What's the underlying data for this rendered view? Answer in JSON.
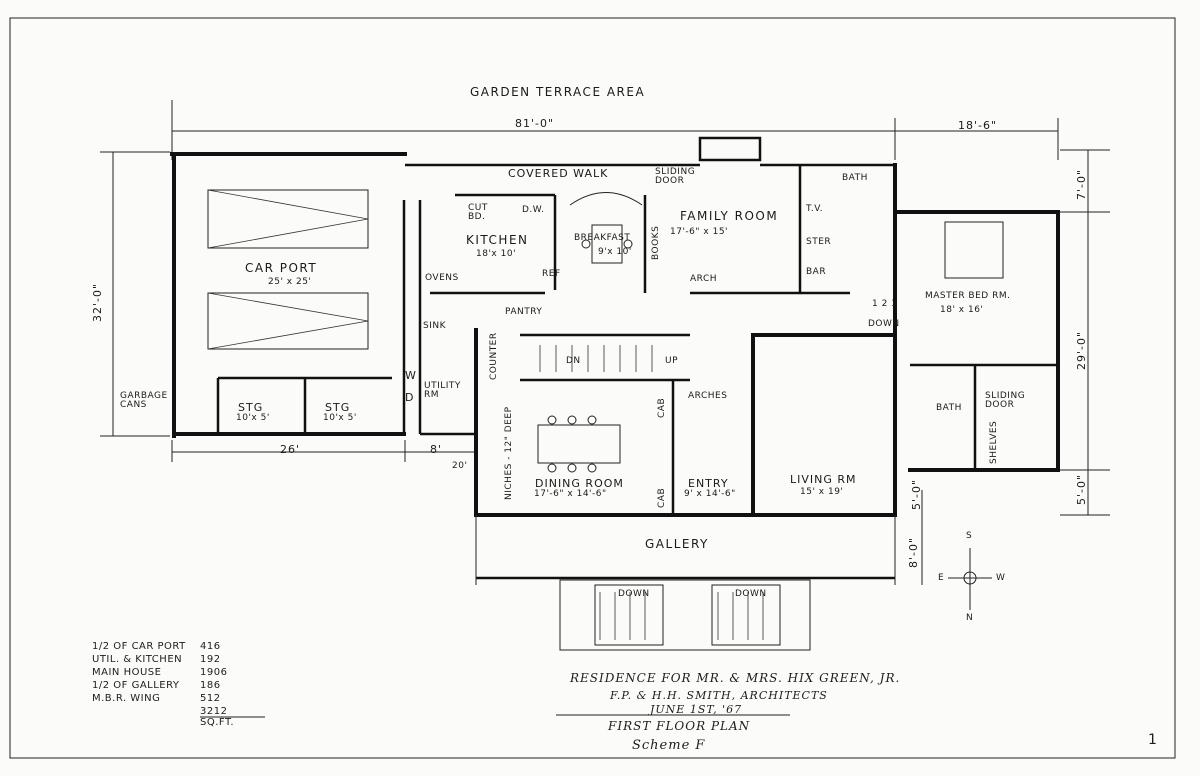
{
  "labels": {
    "garden": "GARDEN TERRACE AREA",
    "dim_width": "81'-0\"",
    "dim_wing": "18'-6\"",
    "dim_depth": "32'-0\"",
    "dim_right_upper": "7'-0\"",
    "dim_right_main": "29'-0\"",
    "dim_right_lower1": "5'-0\"",
    "dim_right_lower2": "5'-0\"",
    "dim_gallery_depth": "8'-0\"",
    "dim_carport_width": "26'",
    "dim_link": "8'",
    "dim_twenty": "20'",
    "covered_walk": "COVERED WALK",
    "sliding_door": "SLIDING DOOR",
    "family_room": "FAMILY ROOM",
    "family_room_size": "17'-6\" x 15'",
    "kitchen": "KITCHEN",
    "kitchen_size": "18'x 10'",
    "breakfast": "BREAKFAST",
    "breakfast_size": "9'x 10'",
    "books": "BOOKS",
    "arch": "ARCH",
    "carport": "CAR PORT",
    "carport_size": "25' x 25'",
    "ovens": "OVENS",
    "ref": "REF",
    "pantry": "PANTRY",
    "sink": "SINK",
    "cut_bd": "CUT BD.",
    "dw": "D.W.",
    "counter": "COUNTER",
    "garbage_cans": "GARBAGE CANS",
    "stg1": "STG",
    "stg1_size": "10'x 5'",
    "stg2": "STG",
    "stg2_size": "10'x 5'",
    "w": "W",
    "d": "D",
    "utility": "UTILITY RM",
    "niches": "NICHES - 12\" DEEP",
    "dining": "DINING ROOM",
    "dining_size": "17'-6\" x 14'-6\"",
    "dn": "DN",
    "up": "UP",
    "cab1": "CAB",
    "cab2": "CAB",
    "arches": "ARCHES",
    "entry": "ENTRY",
    "entry_size": "9' x 14'-6\"",
    "living": "LIVING RM",
    "living_size": "15' x 19'",
    "master": "MASTER BED RM.",
    "master_size": "18' x 16'",
    "bath1": "BATH",
    "bath2": "BATH",
    "tv": "T.V.",
    "ster": "STER",
    "bar": "BAR",
    "steps": "1 2 3",
    "down_small": "DOWN",
    "sliding_door2": "SLIDING DOOR",
    "shelves": "SHELVES",
    "gallery": "GALLERY",
    "down1": "DOWN",
    "down2": "DOWN",
    "compass_n": "N",
    "compass_s": "S",
    "compass_e": "E",
    "compass_w": "W"
  },
  "areas": [
    {
      "label": "1/2 OF CAR PORT",
      "value": "416"
    },
    {
      "label": "UTIL. & KITCHEN",
      "value": "192"
    },
    {
      "label": "MAIN HOUSE",
      "value": "1906"
    },
    {
      "label": "1/2 OF GALLERY",
      "value": "186"
    },
    {
      "label": "M.B.R. WING",
      "value": "512"
    },
    {
      "label": "",
      "value": "3212 SQ.FT."
    }
  ],
  "title_block": {
    "residence": "RESIDENCE FOR MR. & MRS. HIX GREEN, JR.",
    "architects": "F.P. & H.H. SMITH, ARCHITECTS",
    "date": "JUNE 1ST, '67",
    "plan": "FIRST FLOOR PLAN",
    "scheme": "Scheme F"
  },
  "sheet_number": "1",
  "colors": {
    "paper": "#fbfbf9",
    "ink": "#111111"
  }
}
